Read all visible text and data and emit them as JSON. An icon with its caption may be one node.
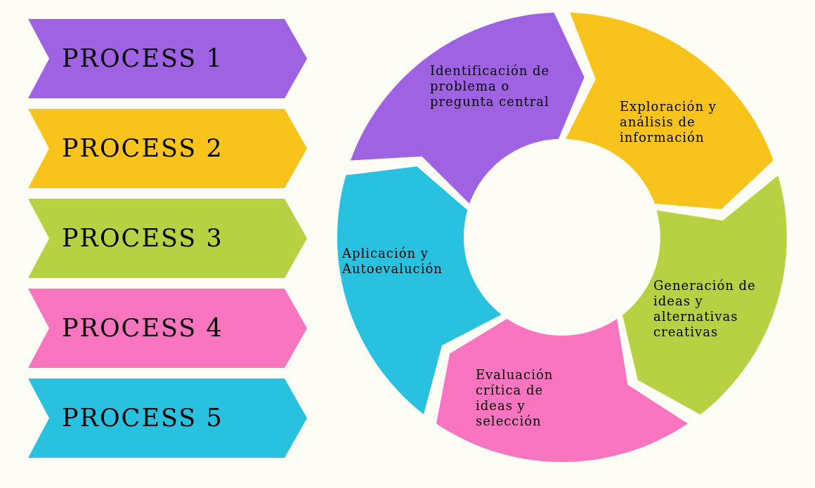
{
  "diagram": {
    "nodes": [
      {
        "text": [
          "PROCESS 1"
        ]
      },
      {
        "text": [
          "PROCESS 2"
        ]
      },
      {
        "text": [
          "PROCESS 3"
        ]
      },
      {
        "text": [
          "PROCESS 4"
        ]
      },
      {
        "text": [
          "PROCESS 5"
        ]
      },
      {
        "text": [
          "Identificación de problema o pregunta central"
        ]
      },
      {
        "text": [
          "Exploración y análisis de información"
        ]
      },
      {
        "text": [
          "Generación de ideas y alternativas creativas"
        ]
      },
      {
        "text": [
          "Evaluación crítica de ideas y selección"
        ]
      },
      {
        "text": [
          "Aplicación y Autoevalución"
        ]
      }
    ]
  }
}
